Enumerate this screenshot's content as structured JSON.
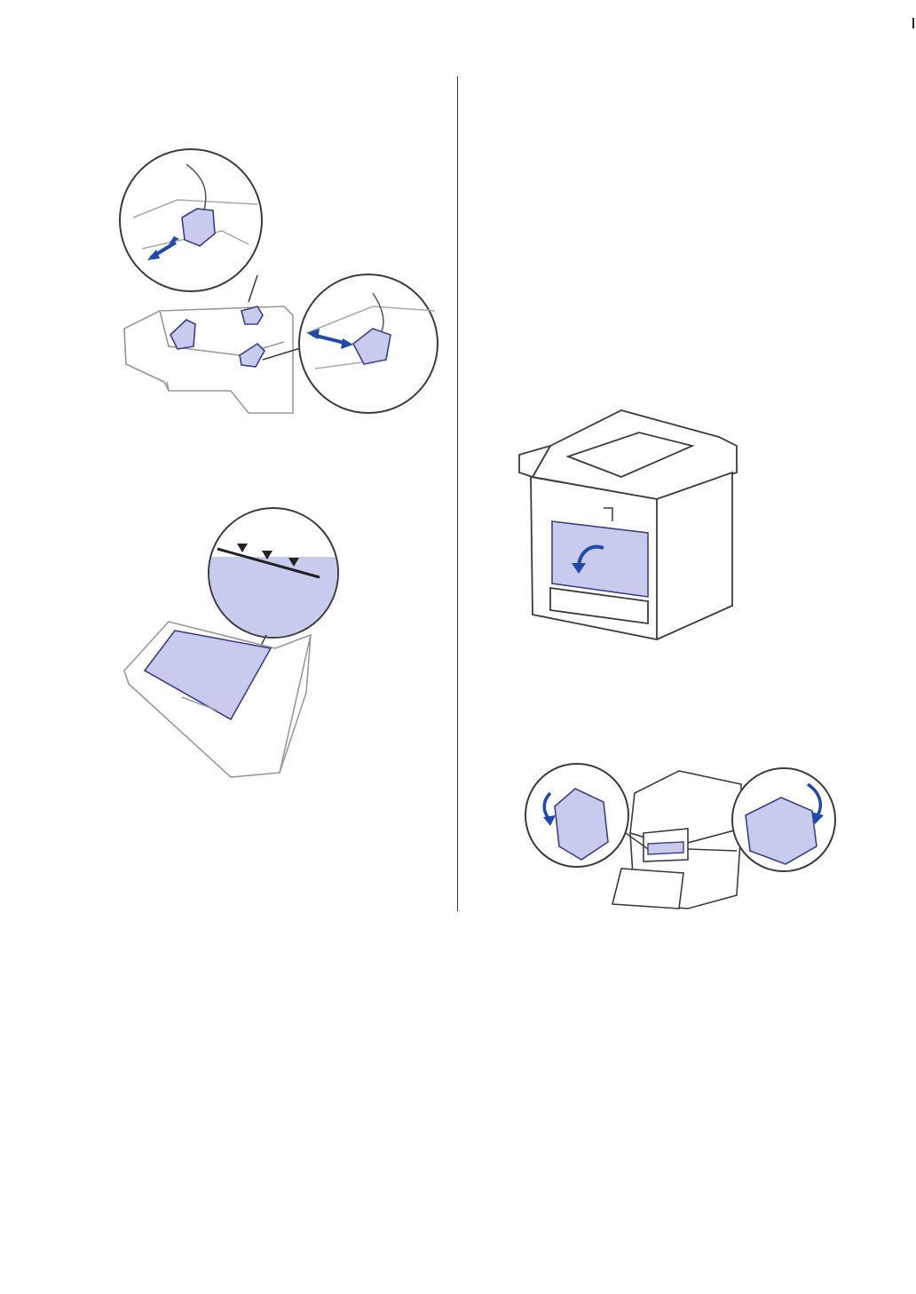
{
  "page": {
    "type": "printer manual page (illustrations only)",
    "colors": {
      "outline": "#8a8a8a",
      "dark_outline": "#3c3c3c",
      "highlight_fill": "#c9cbee",
      "highlight_stroke": "#3c3f88",
      "arrow": "#1f4aa8"
    }
  },
  "illustrations": [
    {
      "id": "paper-tray-guides",
      "icon": "adjust-paper-guides"
    },
    {
      "id": "paper-tray-loaded",
      "icon": "paper-level-marks"
    },
    {
      "id": "printer-back-cover",
      "icon": "open-back-cover"
    },
    {
      "id": "fuser-levers",
      "icon": "pull-down-green-levers"
    }
  ]
}
